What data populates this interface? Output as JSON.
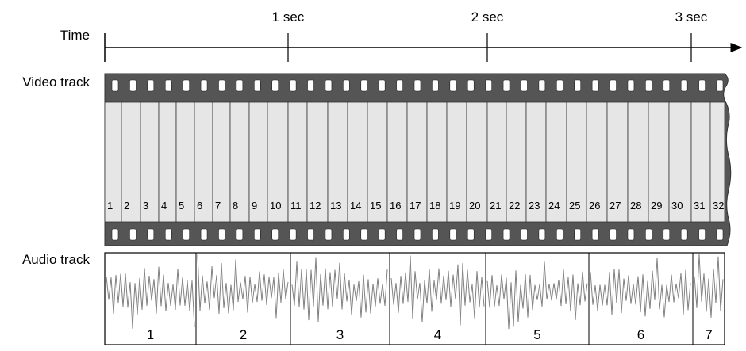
{
  "timeline": {
    "label": "Time",
    "ticks": [
      "1 sec",
      "2 sec",
      "3 sec"
    ]
  },
  "video_track": {
    "label": "Video track",
    "frame_count": 32,
    "frame_labels": [
      "1",
      "2",
      "3",
      "4",
      "5",
      "6",
      "7",
      "8",
      "9",
      "10",
      "11",
      "12",
      "13",
      "14",
      "15",
      "16",
      "17",
      "18",
      "19",
      "20",
      "21",
      "22",
      "23",
      "24",
      "25",
      "26",
      "27",
      "28",
      "29",
      "30",
      "31",
      "32"
    ]
  },
  "audio_track": {
    "label": "Audio track",
    "segment_labels": [
      "1",
      "2",
      "3",
      "4",
      "5",
      "6",
      "7"
    ]
  },
  "colors": {
    "film_strip": "#555555",
    "frame_fill": "#e6e6e6",
    "sprocket": "#ffffff",
    "waveform": "#808080",
    "line": "#000000"
  }
}
